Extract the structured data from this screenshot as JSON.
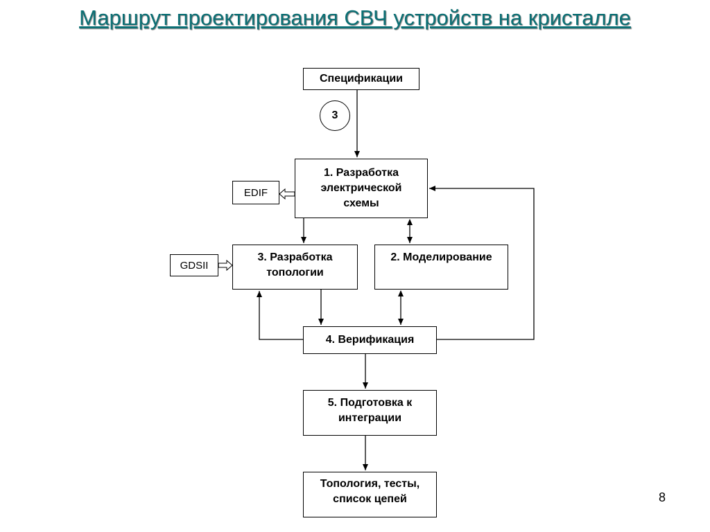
{
  "title": "Маршрут проектирования СВЧ устройств на кристалле",
  "page_number": "8",
  "nodes": {
    "spec": "Спецификации",
    "step_marker": "3",
    "electrical": "1. Разработка электрической схемы",
    "topology": "3. Разработка топологии",
    "modeling": "2. Моделирование",
    "verification": "4. Верификация",
    "integration": "5. Подготовка к интеграции",
    "output": "Топология, тесты, список цепей"
  },
  "formats": {
    "edif": "EDIF",
    "gdsii": "GDSII"
  },
  "colors": {
    "title": "#0b6f74"
  }
}
